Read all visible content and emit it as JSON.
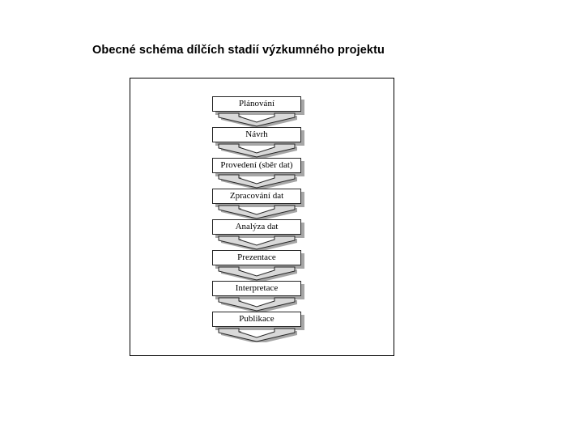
{
  "slide": {
    "title": "Obecné schéma dílčích stadií výzkumného projektu",
    "background_color": "#ffffff"
  },
  "diagram": {
    "name": "research-project-stages-flowchart",
    "frame_border_color": "#000000",
    "box_fill_color": "#ffffff",
    "box_border_color": "#262626",
    "shadow_color": "#a6a6a6",
    "arrow_fill_color": "#d9d9d9",
    "arrow_outline_color": "#262626",
    "nodes": [
      {
        "label": "Plánování"
      },
      {
        "label": "Návrh"
      },
      {
        "label": "Provedení (sběr dat)"
      },
      {
        "label": "Zpracování dat"
      },
      {
        "label": "Analýza dat"
      },
      {
        "label": "Prezentace"
      },
      {
        "label": "Interpretace"
      },
      {
        "label": "Publikace"
      }
    ],
    "connector_count": 8,
    "connector_shape": "down-chevron-arrow"
  }
}
